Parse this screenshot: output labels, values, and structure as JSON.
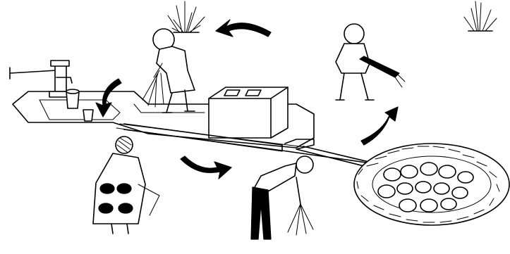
{
  "scene": {
    "subjects": [
      "grass-tuft",
      "water-pump",
      "bucket",
      "cup",
      "concrete-block",
      "drainage-channel",
      "stone-circle",
      "person-sweeping",
      "child-with-broom",
      "woman-patterned-dress",
      "man-bending-broom"
    ],
    "arrows": 4,
    "line_color": "#000000",
    "background": "#ffffff"
  }
}
